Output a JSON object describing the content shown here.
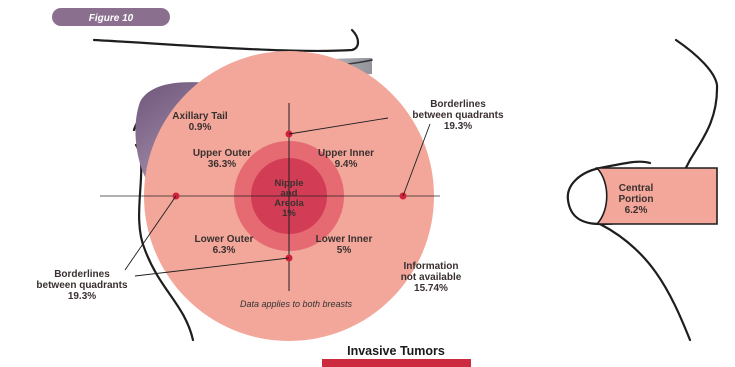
{
  "figure_label": "Figure 10",
  "title": "Invasive Tumors",
  "footnote": "Data applies to both breasts",
  "regions": {
    "axillary_tail": {
      "name": "Axillary Tail",
      "value": "0.9%"
    },
    "upper_outer": {
      "name": "Upper Outer",
      "value": "36.3%"
    },
    "upper_inner": {
      "name": "Upper Inner",
      "value": "9.4%"
    },
    "lower_outer": {
      "name": "Lower Outer",
      "value": "6.3%"
    },
    "lower_inner": {
      "name": "Lower Inner",
      "value": "5%"
    },
    "nipple": {
      "line1": "Nipple",
      "line2": "and",
      "line3": "Areola",
      "value": "1%"
    },
    "central": {
      "line1": "Central",
      "line2": "Portion",
      "value": "6.2%"
    }
  },
  "borderlines_right": {
    "line1": "Borderlines",
    "line2": "between quadrants",
    "value": "19.3%"
  },
  "borderlines_left": {
    "line1": "Borderlines",
    "line2": "between quadrants",
    "value": "19.3%"
  },
  "info_na": {
    "line1": "Information",
    "line2": "not available",
    "value": "15.74%"
  },
  "colors": {
    "breast_fill": "#f2a79a",
    "nipple_outer": "#e56a72",
    "nipple_inner": "#d23d55",
    "axillary_fill": "#9b7d9a",
    "title_bar": "#cc2a3e",
    "badge": "#8a6f8e",
    "dot": "#d0213d"
  }
}
